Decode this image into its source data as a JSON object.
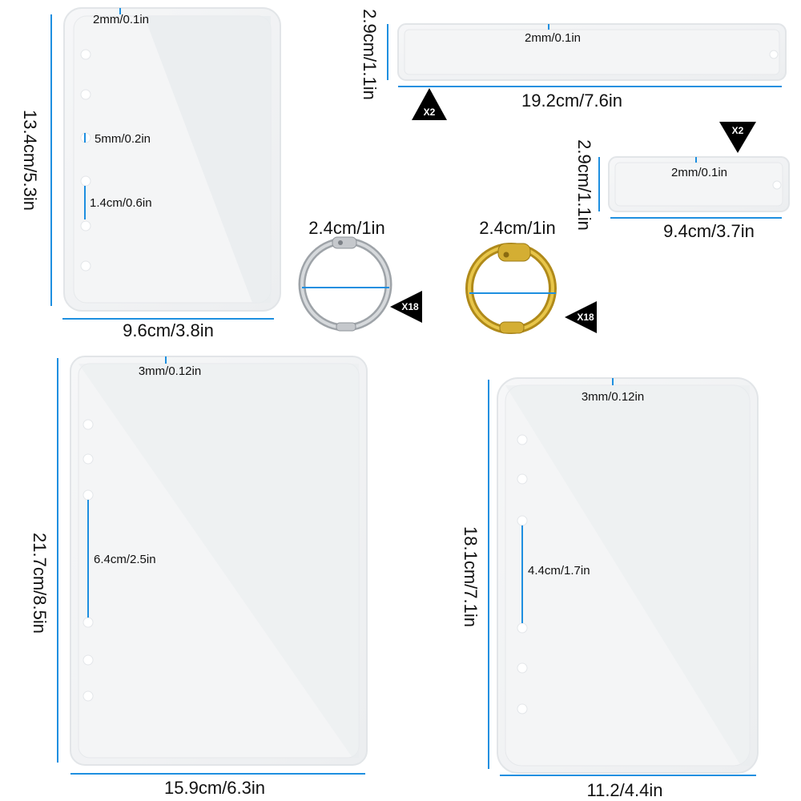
{
  "colors": {
    "dimension_line": "#1E8FE0",
    "mold_fill": "#F0F2F4",
    "mold_edge": "#E2E5E8",
    "badge": "#000000",
    "silver_ring": "#B8BCC0",
    "gold_ring": "#C9A227"
  },
  "molds": {
    "small_cover": {
      "width_label": "9.6cm/3.8in",
      "height_label": "13.4cm/5.3in",
      "thickness_label": "2mm/0.1in",
      "hole_label": "5mm/0.2in",
      "spacing_label": "1.4cm/0.6in"
    },
    "long_bookmark": {
      "width_label": "19.2cm/7.6in",
      "height_label": "2.9cm/1.1in",
      "thickness_label": "2mm/0.1in",
      "quantity": "X2"
    },
    "short_bookmark": {
      "width_label": "9.4cm/3.7in",
      "height_label": "2.9cm/1.1in",
      "thickness_label": "2mm/0.1in",
      "quantity": "X2"
    },
    "a5_cover": {
      "width_label": "15.9cm/6.3in",
      "height_label": "21.7cm/8.5in",
      "thickness_label": "3mm/0.12in",
      "spacing_label": "6.4cm/2.5in"
    },
    "a6_cover": {
      "width_label": "11.2/4.4in",
      "height_label": "18.1cm/7.1in",
      "thickness_label": "3mm/0.12in",
      "spacing_label": "4.4cm/1.7in"
    }
  },
  "rings": {
    "silver": {
      "size_label": "2.4cm/1in",
      "quantity": "X18",
      "icon": "silver-binder-ring"
    },
    "gold": {
      "size_label": "2.4cm/1in",
      "quantity": "X18",
      "icon": "gold-binder-ring"
    }
  }
}
